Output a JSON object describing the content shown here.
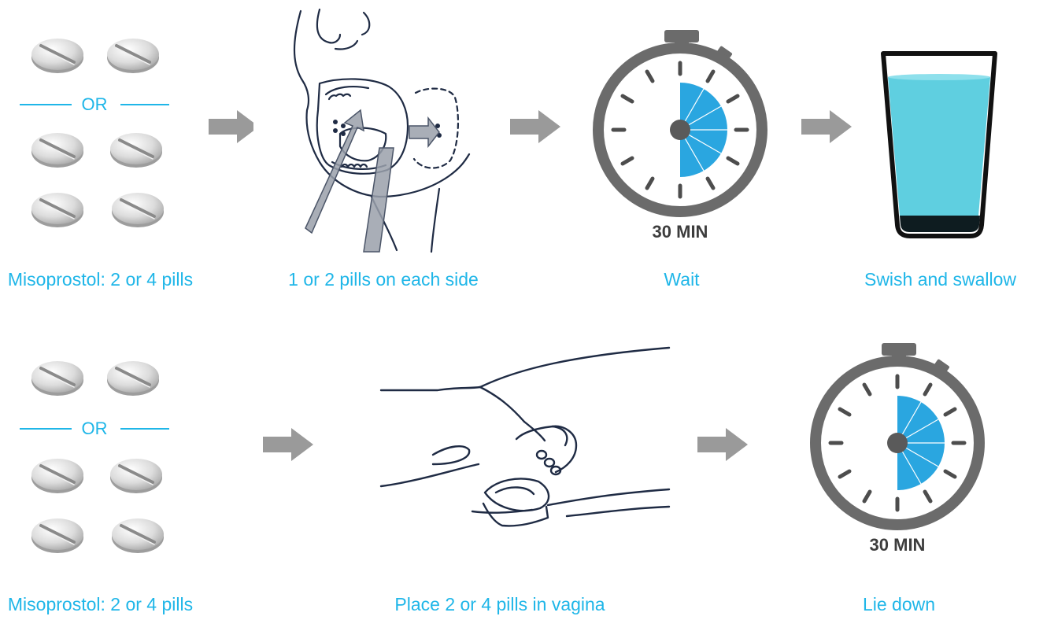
{
  "row1": {
    "captions": {
      "pills": "Misoprostol: 2 or 4 pills",
      "mouth": "1 or 2 pills on each side",
      "wait": "Wait",
      "swallow": "Swish and swallow"
    },
    "or_label": "OR",
    "timer_label": "30 MIN"
  },
  "row2": {
    "captions": {
      "pills": "Misoprostol: 2 or 4 pills",
      "vagina": "Place 2 or 4 pills in vagina",
      "lie": "Lie down"
    },
    "or_label": "OR",
    "timer_label": "30 MIN"
  },
  "colors": {
    "caption": "#1fb6e8",
    "arrow": "#9a9a9a",
    "timer_ring": "#6b6b6b",
    "timer_fill": "#2aa6e0",
    "water": "#5fcfe0"
  },
  "icons": [
    "pill-icon",
    "mouth-buccal-illustration",
    "stopwatch-icon",
    "water-glass-icon",
    "vaginal-insertion-illustration"
  ]
}
